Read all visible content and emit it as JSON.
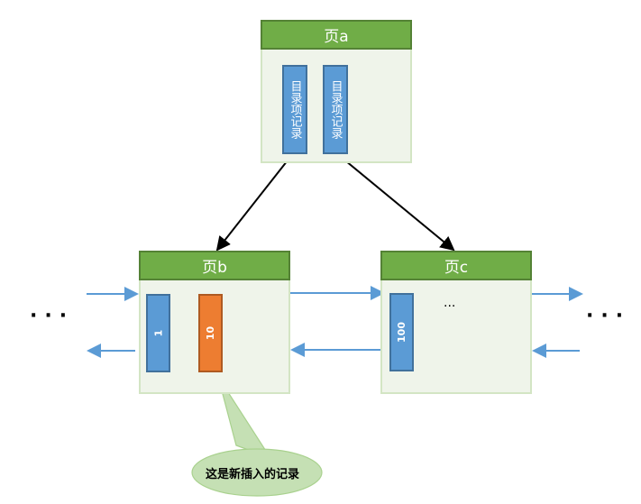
{
  "pages": {
    "a": {
      "title": "页a",
      "records": [
        "目录项记录",
        "目录项记录"
      ]
    },
    "b": {
      "title": "页b",
      "records": [
        "1",
        "10"
      ]
    },
    "c": {
      "title": "页c",
      "records": [
        "100"
      ],
      "continuation": "···"
    }
  },
  "side_ellipsis": {
    "left": "···",
    "right": "···"
  },
  "callout": {
    "text": "这是新插入的记录"
  },
  "colors": {
    "header_green": "#70ad47",
    "page_bg": "#eff4ea",
    "record_blue": "#5b9bd5",
    "record_new_orange": "#ed7d31",
    "link_arrow_blue": "#5b9bd5",
    "callout_green": "#c5e0b4"
  }
}
